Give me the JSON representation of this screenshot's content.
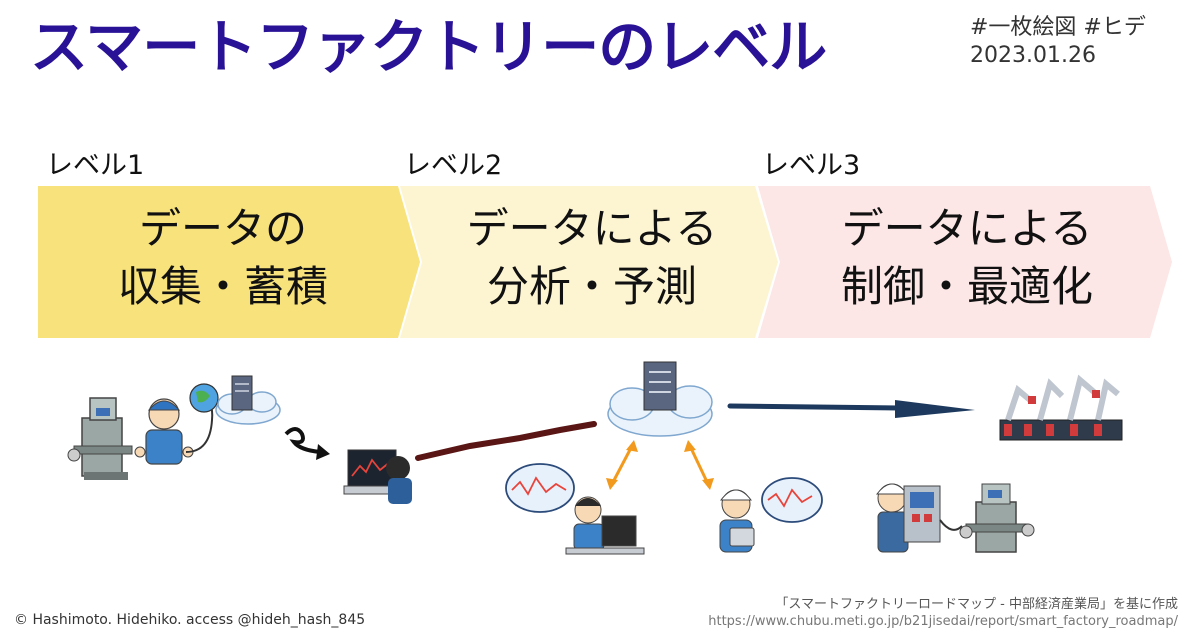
{
  "title": "スマートファクトリーのレベル",
  "tags": "#一枚絵図 #ヒデ",
  "date": "2023.01.26",
  "levels": [
    {
      "label": "レベル1",
      "line1": "データの",
      "line2": "収集・蓄積",
      "color": "#f7e27c"
    },
    {
      "label": "レベル2",
      "line1": "データによる",
      "line2": "分析・予測",
      "color": "#fdf5d2"
    },
    {
      "label": "レベル3",
      "line1": "データによる",
      "line2": "制御・最適化",
      "color": "#fce6e6"
    }
  ],
  "credit": "© Hashimoto. Hidehiko.  access @hideh_hash_845",
  "source_line1": "「スマートファクトリーロードマップ - 中部経済産業局」を基に作成",
  "source_line2": "https://www.chubu.meti.go.jp/b21jisedai/report/smart_factory_roadmap/"
}
